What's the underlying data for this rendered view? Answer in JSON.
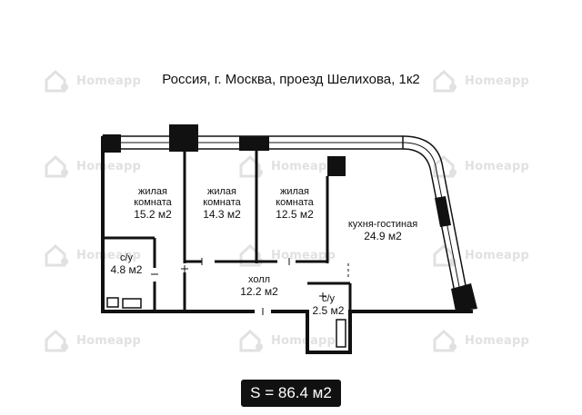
{
  "title": "Россия, г. Москва, проезд Шелихова, 1к2",
  "watermark": "Homeapp",
  "rooms": {
    "bedroom1": {
      "name": "жилая\nкомната",
      "area": "15.2 м2"
    },
    "bedroom2": {
      "name": "жилая\nкомната",
      "area": "14.3 м2"
    },
    "bedroom3": {
      "name": "жилая\nкомната",
      "area": "12.5 м2"
    },
    "kitchen": {
      "name": "кухня-гостиная",
      "area": "24.9 м2"
    },
    "bath1": {
      "name": "с/у",
      "area": "4.8 м2"
    },
    "bath2": {
      "name": "с/у",
      "area": "2.5 м2"
    },
    "hall": {
      "name": "холл",
      "area": "12.2 м2"
    }
  },
  "total_area": "S = 86.4 м2",
  "colors": {
    "wall": "#111111",
    "window": "#ffffff",
    "watermark": "#c9c9c9"
  }
}
